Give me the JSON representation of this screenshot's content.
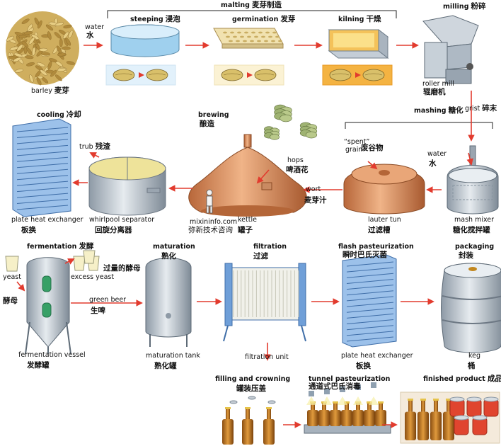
{
  "labels": {
    "barley_en": "barley",
    "barley_zh": "麦芽",
    "water_en": "water",
    "water_zh": "水",
    "malting_en": "malting",
    "malting_zh": "麦芽制造",
    "steeping_en": "steeping",
    "steeping_zh": "浸泡",
    "germination_en": "germination",
    "germination_zh": "发芽",
    "kilning_en": "kilning",
    "kilning_zh": "干燥",
    "milling_en": "milling",
    "milling_zh": "粉碎",
    "roller_mill_en": "roller mill",
    "roller_mill_zh": "辊磨机",
    "grist_en": "grist",
    "grist_zh": "碎末",
    "mashing_en": "mashing",
    "mashing_zh": "糖化",
    "cooling_en": "cooling",
    "cooling_zh": "冷却",
    "brewing_en": "brewing",
    "brewing_zh": "酿造",
    "spent_grain_en1": "“spent”",
    "spent_grain_en2": "grain",
    "spent_grain_zh": "废谷物",
    "water2_en": "water",
    "water2_zh": "水",
    "trub_en": "trub",
    "trub_zh": "残渣",
    "hops_en": "hops",
    "hops_zh": "啤酒花",
    "wort_en": "wort",
    "wort_zh": "麦芽汁",
    "plate_hx_en": "plate heat exchanger",
    "plate_hx_zh": "板换",
    "whirlpool_en": "whirlpool separator",
    "whirlpool_zh": "回旋分离器",
    "watermark_en": "mixininfo.com",
    "watermark_zh": "弥新技术咨询",
    "kettle_en": "kettle",
    "kettle_zh": "罐子",
    "lauter_en": "lauter tun",
    "lauter_zh": "过滤槽",
    "mash_mixer_en": "mash mixer",
    "mash_mixer_zh": "糖化搅拌罐",
    "fermentation_en": "fermentation",
    "fermentation_zh": "发酵",
    "yeast_en": "yeast",
    "yeast_zh": "酵母",
    "excess_yeast_en": "excess yeast",
    "excess_yeast_zh": "过量的酵母",
    "green_beer_en": "green beer",
    "green_beer_zh": "生啤",
    "maturation_en": "maturation",
    "maturation_zh": "熟化",
    "filtration_en": "filtration",
    "filtration_zh": "过滤",
    "flash_en": "flash pasteurization",
    "flash_zh": "瞬时巴氏灭菌",
    "packaging_en": "packaging",
    "packaging_zh": "封装",
    "ferm_vessel_en": "fermentation vessel",
    "ferm_vessel_zh": "发酵罐",
    "mat_tank_en": "maturation tank",
    "mat_tank_zh": "熟化罐",
    "filt_unit_en": "filtration unit",
    "plate_hx2_en": "plate heat exchanger",
    "plate_hx2_zh": "板换",
    "keg_en": "keg",
    "keg_zh": "桶",
    "filling_en": "filling and crowning",
    "filling_zh": "罐装压盖",
    "tunnel_en": "tunnel pasteurization",
    "tunnel_zh": "通道式巴氏消毒",
    "finished_en": "finished product",
    "finished_zh": "成品"
  },
  "colors": {
    "arrow": "#e23b2e",
    "copper": "#d98a55",
    "steel": "#b9c3cc",
    "blue_unit": "#6f9fd8",
    "malt": "#d8c07a",
    "beer": "#c87f22",
    "can": "#e0452f"
  }
}
